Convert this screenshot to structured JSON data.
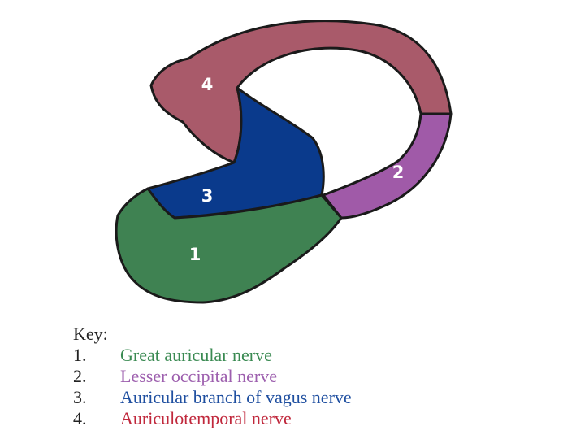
{
  "diagram": {
    "regions": [
      {
        "number": "1",
        "name": "Great auricular nerve",
        "color": "#3f8252"
      },
      {
        "number": "2",
        "name": "Lesser occipital nerve",
        "color": "#a05aa8"
      },
      {
        "number": "3",
        "name": "Auricular branch of vagus nerve",
        "color": "#0a3a8c"
      },
      {
        "number": "4",
        "name": "Auriculotemporal nerve",
        "color": "#a95a6a"
      }
    ]
  },
  "key": {
    "title": "Key:",
    "items": [
      {
        "number": "1.",
        "label": "Great auricular nerve",
        "color": "#3a8a52"
      },
      {
        "number": "2.",
        "label": "Lesser occipital nerve",
        "color": "#9d5fae"
      },
      {
        "number": "3.",
        "label": "Auricular branch of vagus nerve",
        "color": "#1f4fa0"
      },
      {
        "number": "4.",
        "label": "Auriculotemporal nerve",
        "color": "#c0283c"
      }
    ]
  }
}
